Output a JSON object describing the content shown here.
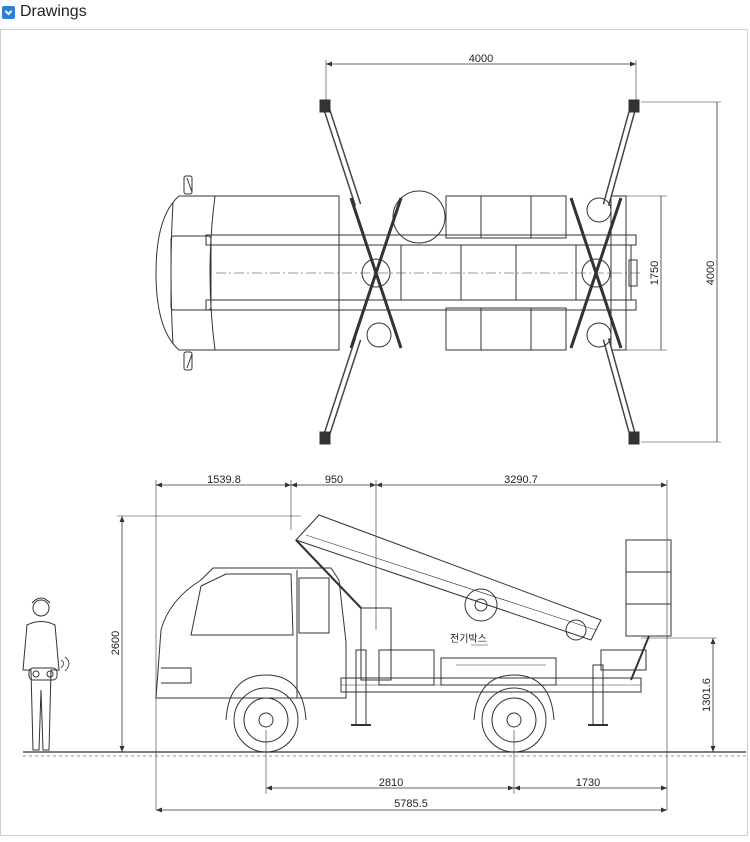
{
  "header": {
    "title": "Drawings",
    "icon": "chevron-down-icon",
    "accent": "#2f7fd6"
  },
  "top_view": {
    "dim_width": "4000",
    "dim_inner_width": "1750",
    "dim_outer_width": "4000"
  },
  "side_view": {
    "dim_front_overhang": "1539.8",
    "dim_mast": "950",
    "dim_boom": "3290.7",
    "dim_height": "2600",
    "dim_platform_height": "1301.6",
    "dim_wheelbase": "2810",
    "dim_rear_overhang": "1730",
    "dim_total_length": "5785.5",
    "label_electric_box": "전기박스"
  }
}
